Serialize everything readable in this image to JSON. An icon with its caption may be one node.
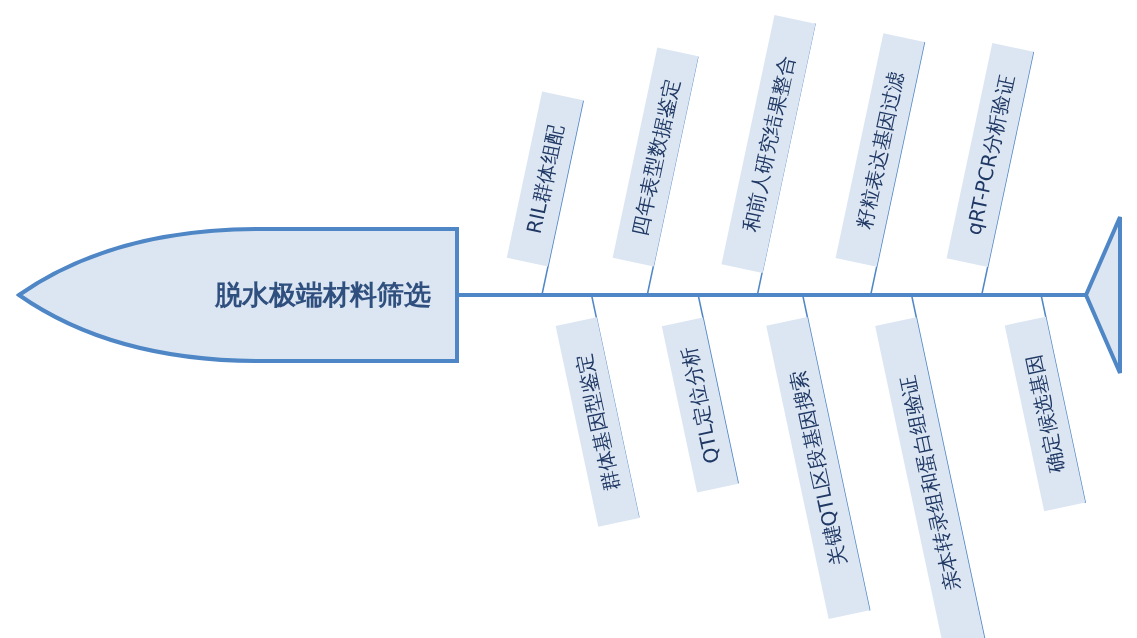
{
  "diagram": {
    "nodes": [
      {
        "text": [
          "脱水极端材料筛选"
        ]
      },
      {
        "text": [
          "RIL群体组配"
        ]
      },
      {
        "text": [
          "四年表型数据鉴定"
        ]
      },
      {
        "text": [
          "和前人研究结果整合"
        ]
      },
      {
        "text": [
          "籽粒表达基因过滤"
        ]
      },
      {
        "text": [
          "qRT-PCR分析验证"
        ]
      },
      {
        "text": [
          "群体基因型鉴定"
        ]
      },
      {
        "text": [
          "QTL定位分析"
        ]
      },
      {
        "text": [
          "关键QTL区段基因搜索"
        ]
      },
      {
        "text": [
          "亲本转录组和蛋白组验证"
        ]
      },
      {
        "text": [
          "确定候选基因"
        ]
      },
      {
        "text": [],
        "shape": "triangle"
      }
    ],
    "edges": [
      {
        "from": 0,
        "to": 11,
        "arrow": "none",
        "style": "thick"
      },
      {
        "from": 1,
        "to": null,
        "arrow": "none"
      },
      {
        "from": 2,
        "to": null,
        "arrow": "none"
      },
      {
        "from": 3,
        "to": null,
        "arrow": "none"
      },
      {
        "from": 4,
        "to": null,
        "arrow": "none"
      },
      {
        "from": 5,
        "to": null,
        "arrow": "none"
      },
      {
        "from": 6,
        "to": null,
        "arrow": "none"
      },
      {
        "from": 7,
        "to": null,
        "arrow": "none"
      },
      {
        "from": 8,
        "to": null,
        "arrow": "none"
      },
      {
        "from": 9,
        "to": null,
        "arrow": "none"
      },
      {
        "from": 10,
        "to": null,
        "arrow": "none"
      }
    ]
  }
}
